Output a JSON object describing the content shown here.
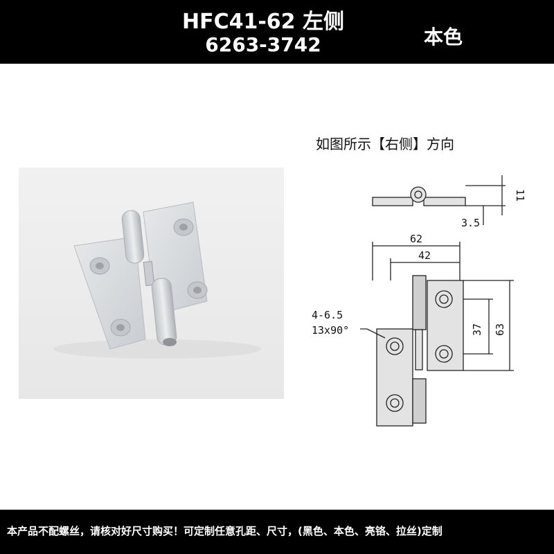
{
  "header": {
    "title": "HFC41-62 左侧",
    "part_number": "6263-3742",
    "color": "本色",
    "background": "#000000"
  },
  "photo": {
    "subject": "aluminum lift-off hinge",
    "background_color": "#ececec",
    "metal_color": "#d9dcdf"
  },
  "diagram": {
    "caption": "如图所示【右侧】方向",
    "dimensions": {
      "side_height": "11",
      "thickness": "3.5",
      "overall_width": "62",
      "leaf_width": "42",
      "hole_spacing": "37",
      "overall_height": "63",
      "hole_spec": "4-6.5",
      "countersink": "13x90°"
    }
  },
  "footer": {
    "note": "本产品不配螺丝，请核对好尺寸购买！可定制任意孔距、尺寸，(黑色、本色、亮铬、拉丝)定制"
  }
}
